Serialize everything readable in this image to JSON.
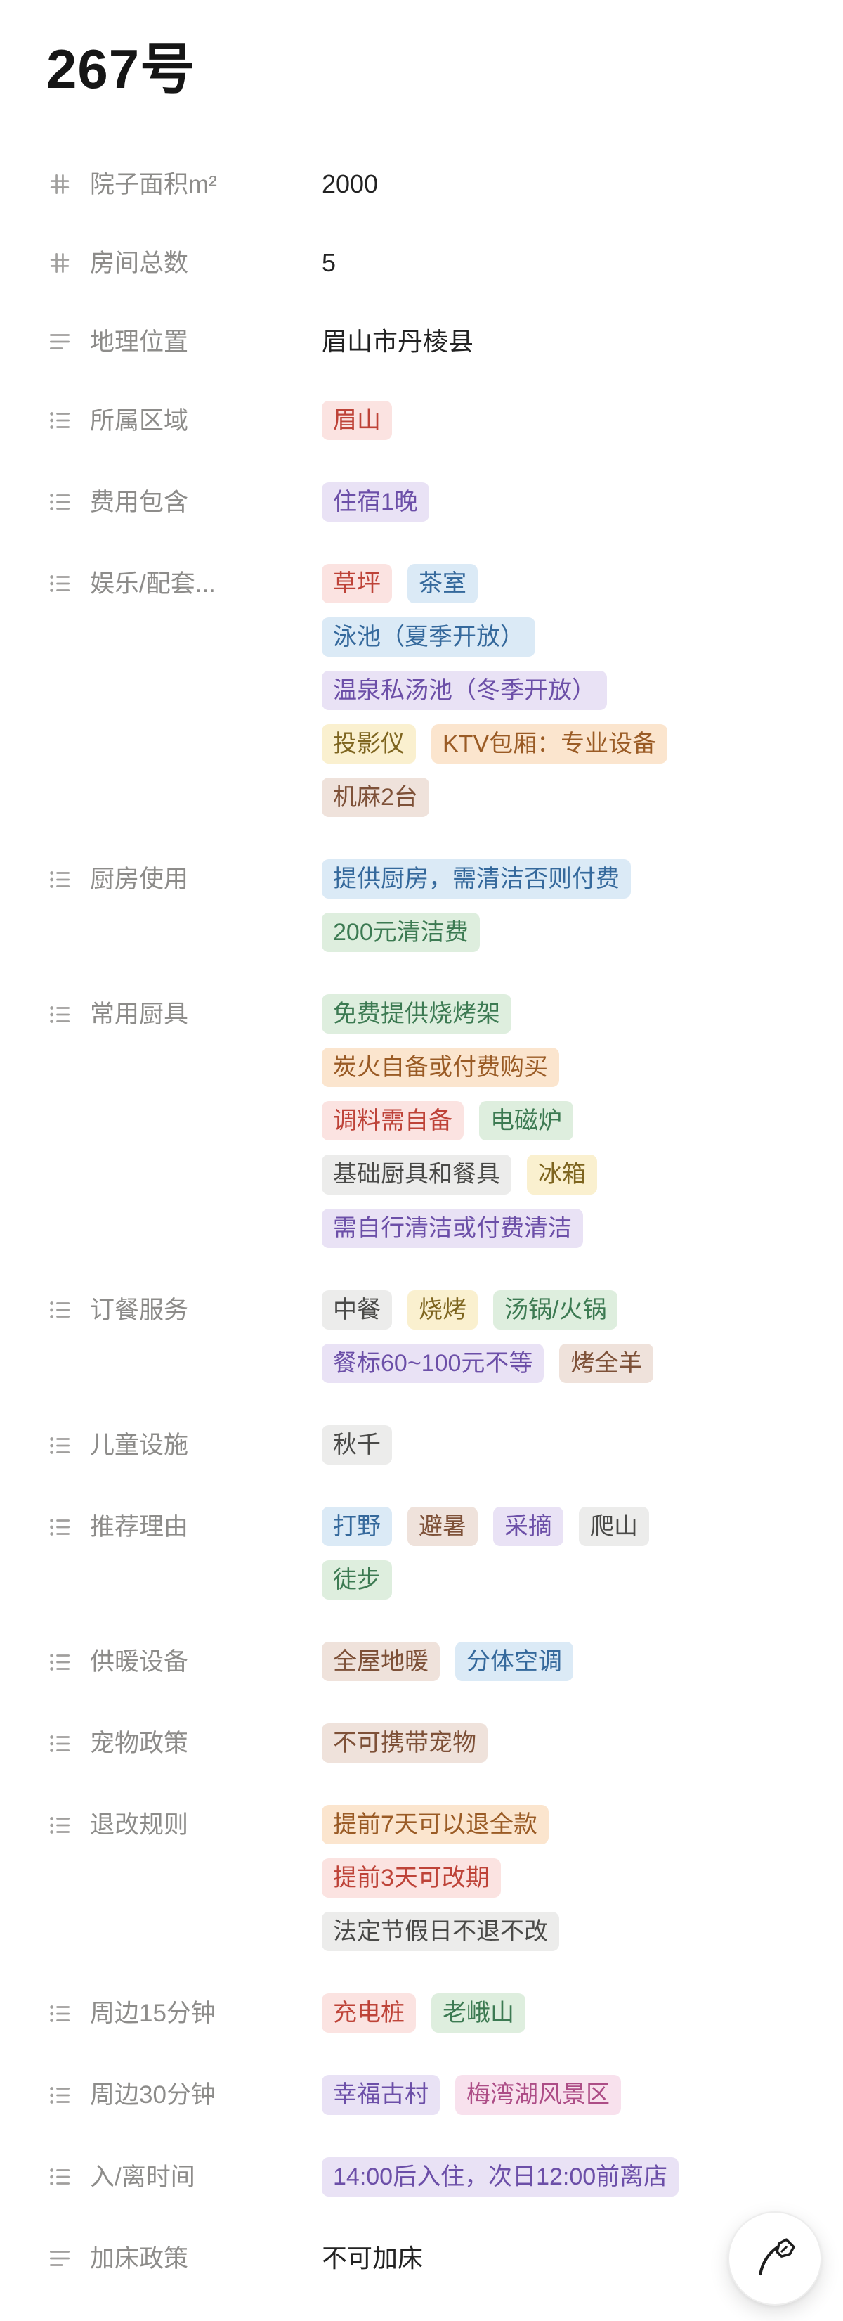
{
  "page": {
    "title": "267号"
  },
  "colors": {
    "red": {
      "bg": "#FBE3E1",
      "text": "#BE4338"
    },
    "pink": {
      "bg": "#F8E1ED",
      "text": "#AD4D86"
    },
    "orange": {
      "bg": "#FBE5CE",
      "text": "#9A5B25"
    },
    "yellow": {
      "bg": "#FAF0CF",
      "text": "#7E651F"
    },
    "green": {
      "bg": "#DEEEDE",
      "text": "#3C7A52"
    },
    "blue": {
      "bg": "#DBEAF6",
      "text": "#35699C"
    },
    "purple": {
      "bg": "#E9E2F5",
      "text": "#6C4FA8"
    },
    "brown": {
      "bg": "#EFE2DB",
      "text": "#7E5138"
    },
    "gray": {
      "bg": "#ECECEB",
      "text": "#4A4A48"
    }
  },
  "fields": [
    {
      "icon": "hash",
      "label": "院子面积m²",
      "type": "text",
      "value": "2000"
    },
    {
      "icon": "hash",
      "label": "房间总数",
      "type": "text",
      "value": "5"
    },
    {
      "icon": "text",
      "label": "地理位置",
      "type": "text",
      "value": "眉山市丹棱县"
    },
    {
      "icon": "list",
      "label": "所属区域",
      "type": "tags",
      "lines": [
        [
          {
            "text": "眉山",
            "color": "red"
          }
        ]
      ]
    },
    {
      "icon": "list",
      "label": "费用包含",
      "type": "tags",
      "lines": [
        [
          {
            "text": "住宿1晚",
            "color": "purple"
          }
        ]
      ]
    },
    {
      "icon": "list",
      "label": "娱乐/配套...",
      "type": "tags",
      "lines": [
        [
          {
            "text": "草坪",
            "color": "red"
          },
          {
            "text": "茶室",
            "color": "blue"
          }
        ],
        [
          {
            "text": "泳池（夏季开放）",
            "color": "blue"
          }
        ],
        [
          {
            "text": "温泉私汤池（冬季开放）",
            "color": "purple"
          }
        ],
        [
          {
            "text": "投影仪",
            "color": "yellow"
          },
          {
            "text": "KTV包厢：专业设备",
            "color": "orange"
          }
        ],
        [
          {
            "text": "机麻2台",
            "color": "brown"
          }
        ]
      ]
    },
    {
      "icon": "list",
      "label": "厨房使用",
      "type": "tags",
      "lines": [
        [
          {
            "text": "提供厨房，需清洁否则付费",
            "color": "blue"
          }
        ],
        [
          {
            "text": "200元清洁费",
            "color": "green"
          }
        ]
      ]
    },
    {
      "icon": "list",
      "label": "常用厨具",
      "type": "tags",
      "lines": [
        [
          {
            "text": "免费提供烧烤架",
            "color": "green"
          }
        ],
        [
          {
            "text": "炭火自备或付费购买",
            "color": "orange"
          }
        ],
        [
          {
            "text": "调料需自备",
            "color": "red"
          },
          {
            "text": "电磁炉",
            "color": "green"
          }
        ],
        [
          {
            "text": "基础厨具和餐具",
            "color": "gray"
          },
          {
            "text": "冰箱",
            "color": "yellow"
          }
        ],
        [
          {
            "text": "需自行清洁或付费清洁",
            "color": "purple"
          }
        ]
      ]
    },
    {
      "icon": "list",
      "label": "订餐服务",
      "type": "tags",
      "lines": [
        [
          {
            "text": "中餐",
            "color": "gray"
          },
          {
            "text": "烧烤",
            "color": "yellow"
          },
          {
            "text": "汤锅/火锅",
            "color": "green"
          }
        ],
        [
          {
            "text": "餐标60~100元不等",
            "color": "purple"
          },
          {
            "text": "烤全羊",
            "color": "brown"
          }
        ]
      ]
    },
    {
      "icon": "list",
      "label": "儿童设施",
      "type": "tags",
      "lines": [
        [
          {
            "text": "秋千",
            "color": "gray"
          }
        ]
      ]
    },
    {
      "icon": "list",
      "label": "推荐理由",
      "type": "tags",
      "lines": [
        [
          {
            "text": "打野",
            "color": "blue"
          },
          {
            "text": "避暑",
            "color": "brown"
          },
          {
            "text": "采摘",
            "color": "purple"
          },
          {
            "text": "爬山",
            "color": "gray"
          }
        ],
        [
          {
            "text": "徒步",
            "color": "green"
          }
        ]
      ]
    },
    {
      "icon": "list",
      "label": "供暖设备",
      "type": "tags",
      "lines": [
        [
          {
            "text": "全屋地暖",
            "color": "brown"
          },
          {
            "text": "分体空调",
            "color": "blue"
          }
        ]
      ]
    },
    {
      "icon": "list",
      "label": "宠物政策",
      "type": "tags",
      "lines": [
        [
          {
            "text": "不可携带宠物",
            "color": "brown"
          }
        ]
      ]
    },
    {
      "icon": "list",
      "label": "退改规则",
      "type": "tags",
      "lines": [
        [
          {
            "text": "提前7天可以退全款",
            "color": "orange"
          }
        ],
        [
          {
            "text": "提前3天可改期",
            "color": "red"
          }
        ],
        [
          {
            "text": "法定节假日不退不改",
            "color": "gray"
          }
        ]
      ]
    },
    {
      "icon": "list",
      "label": "周边15分钟",
      "type": "tags",
      "lines": [
        [
          {
            "text": "充电桩",
            "color": "red"
          },
          {
            "text": "老峨山",
            "color": "green"
          }
        ]
      ]
    },
    {
      "icon": "list",
      "label": "周边30分钟",
      "type": "tags",
      "lines": [
        [
          {
            "text": "幸福古村",
            "color": "purple"
          },
          {
            "text": "梅湾湖风景区",
            "color": "pink"
          }
        ]
      ]
    },
    {
      "icon": "list",
      "label": "入/离时间",
      "type": "tags",
      "lines": [
        [
          {
            "text": "14:00后入住，次日12:00前离店",
            "color": "purple"
          }
        ]
      ]
    },
    {
      "icon": "text",
      "label": "加床政策",
      "type": "text",
      "value": "不可加床"
    }
  ],
  "fab": {
    "icon": "pen"
  }
}
